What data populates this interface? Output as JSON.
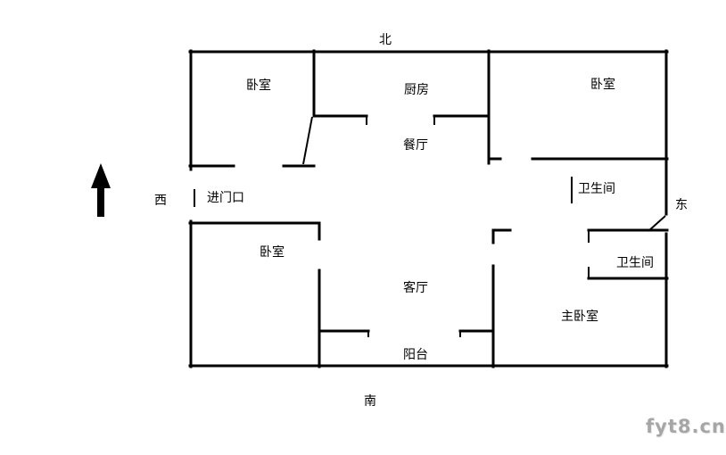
{
  "compass": {
    "north": "北",
    "south": "南",
    "west": "西",
    "east": "东"
  },
  "entrance": {
    "label": "进门口"
  },
  "rooms": [
    {
      "id": "bedroom-top-left",
      "label": "卧室"
    },
    {
      "id": "kitchen",
      "label": "厨房"
    },
    {
      "id": "bedroom-top-right",
      "label": "卧室"
    },
    {
      "id": "dining-room",
      "label": "餐厅"
    },
    {
      "id": "bathroom-upper",
      "label": "卫生间"
    },
    {
      "id": "bedroom-mid-left",
      "label": "卧室"
    },
    {
      "id": "bathroom-lower",
      "label": "卫生间"
    },
    {
      "id": "living-room",
      "label": "客厅"
    },
    {
      "id": "master-bedroom",
      "label": "主卧室"
    },
    {
      "id": "balcony",
      "label": "阳台"
    }
  ],
  "watermark": "fyt8.cn",
  "colors": {
    "wall": "#000000",
    "background": "#ffffff",
    "watermark": "#a6a6a6"
  }
}
